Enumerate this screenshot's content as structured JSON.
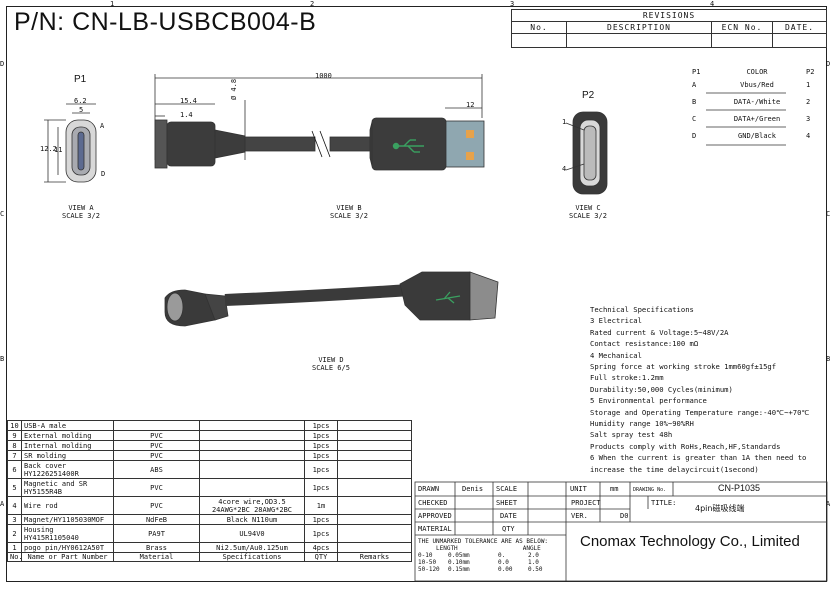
{
  "part_number": "P/N: CN-LB-USBCB004-B",
  "revisions": {
    "header": "REVISIONS",
    "columns": [
      "No.",
      "DESCRIPTION",
      "ECN No.",
      "DATE."
    ]
  },
  "views": {
    "p1_label": "P1",
    "p2_label": "P2",
    "view_a": [
      "VIEW A",
      "SCALE 3/2"
    ],
    "view_b": [
      "VIEW B",
      "SCALE 3/2"
    ],
    "view_c": [
      "VIEW C",
      "SCALE 3/2"
    ],
    "view_d": [
      "VIEW D",
      "SCALE 6/5"
    ]
  },
  "dimensions": {
    "length": "1000",
    "d15_4": "15.4",
    "d1_4": "1.4",
    "d_dia": "Ø 4.8",
    "d12": "12",
    "d6_2": "6.2",
    "d5": "5",
    "d12_2": "12.2",
    "d11": "11",
    "pinA": "A",
    "pinD": "D",
    "pin1": "1",
    "pin4": "4"
  },
  "pinout": {
    "col_p1": "P1",
    "col_color": "COLOR",
    "col_p2": "P2",
    "rows": [
      {
        "p1": "A",
        "color": "Vbus/Red",
        "p2": "1"
      },
      {
        "p1": "B",
        "color": "DATA-/White",
        "p2": "2"
      },
      {
        "p1": "C",
        "color": "DATA+/Green",
        "p2": "3"
      },
      {
        "p1": "D",
        "color": "GND/Black",
        "p2": "4"
      }
    ]
  },
  "specs": [
    "Technical Specifications",
    "3 Electrical",
    "   Rated current & Voltage:5~48V/2A",
    "   Contact resistance:100 mΩ",
    "4 Mechanical",
    "   Spring force at working stroke 1mm60gf±15gf",
    "   Full stroke:1.2mm",
    "   Durability:50,000 Cycles(minimum)",
    "5 Environmental performance",
    "   Storage and Operating Temperature range:-40℃~+70℃",
    "   Humidity range 10%~90%RH",
    "   Salt spray test 48h",
    "   Products comply with RoHs,Reach,HF,Standards",
    "6 When the current is greater than 1A then need to",
    "   increase the time delaycircuit(1second)"
  ],
  "bom": {
    "header": [
      "No.",
      "Name or Part Number",
      "Material",
      "Specifications",
      "QTY",
      "Remarks"
    ],
    "rows": [
      {
        "no": "10",
        "name": "USB-A male",
        "mat": "",
        "spec": "",
        "qty": "1pcs"
      },
      {
        "no": "9",
        "name": "External molding",
        "mat": "PVC",
        "spec": "",
        "qty": "1pcs"
      },
      {
        "no": "8",
        "name": "Internal molding",
        "mat": "PVC",
        "spec": "",
        "qty": "1pcs"
      },
      {
        "no": "7",
        "name": "SR molding",
        "mat": "PVC",
        "spec": "",
        "qty": "1pcs"
      },
      {
        "no": "6",
        "name": "Back cover\nHY1226251400R",
        "mat": "ABS",
        "spec": "",
        "qty": "1pcs"
      },
      {
        "no": "5",
        "name": "Magnetic and SR\nHY5155R4B",
        "mat": "PVC",
        "spec": "",
        "qty": "1pcs"
      },
      {
        "no": "4",
        "name": "Wire rod",
        "mat": "PVC",
        "spec": "4core wire,OD3.5\n24AWG*2BC 28AWG*2BC",
        "qty": "1m"
      },
      {
        "no": "3",
        "name": "Magnet/HY1105030MOF",
        "mat": "NdFeB",
        "spec": "Black N110um",
        "qty": "1pcs"
      },
      {
        "no": "2",
        "name": "Housing\nHY415R1105040",
        "mat": "PA9T",
        "spec": "UL94V0",
        "qty": "1pcs"
      },
      {
        "no": "1",
        "name": "pogo pin/HY0612A50T",
        "mat": "Brass",
        "spec": "Ni2.5um/Au0.125um",
        "qty": "4pcs"
      }
    ]
  },
  "title_block": {
    "drawn": "DRAWN",
    "drawn_by": "Denis",
    "scale": "SCALE",
    "unit": "UNIT",
    "unit_val": "mm",
    "drawing_no": "DRAWING No.",
    "drawing_no_val": "CN-P1035",
    "checked": "CHECKED",
    "sheet": "SHEET",
    "project": "PROJECT",
    "title_label": "TITLE:",
    "title_val": "4pin磁吸线端",
    "approved": "APPROVED",
    "date": "DATE",
    "ver": "VER.",
    "ver_val": "D0",
    "material": "MATERIAL",
    "qty": "QTY",
    "tol_title": "THE UNMARKED TOLERANCE ARE AS BELOW:",
    "tol_length": "LENGTH",
    "tol_angle": "ANGLE",
    "tol_rows": [
      [
        "0-10",
        "0.05mm",
        "0.",
        "2.0"
      ],
      [
        "10-50",
        "0.10mm",
        "0.0",
        "1.0"
      ],
      [
        "50-120",
        "0.15mm",
        "0.00",
        "0.50"
      ]
    ],
    "company": "Cnomax Technology Co., Limited"
  },
  "border": {
    "top": [
      "1",
      "2",
      "3",
      "4"
    ],
    "side": [
      "D",
      "C",
      "B",
      "A"
    ]
  }
}
